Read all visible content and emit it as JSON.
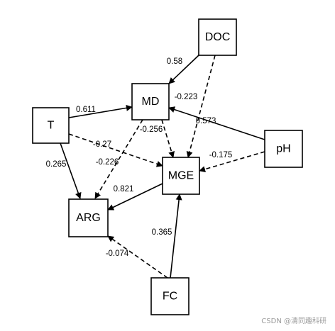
{
  "diagram": {
    "nodes": {
      "doc": "DOC",
      "md": "MD",
      "t": "T",
      "ph": "pH",
      "mge": "MGE",
      "arg": "ARG",
      "fc": "FC"
    },
    "paths": {
      "doc_md": {
        "coefficient": "0.58",
        "style": "solid"
      },
      "doc_mge": {
        "coefficient": "-0.223",
        "style": "dashed"
      },
      "t_md": {
        "coefficient": "0.611",
        "style": "solid"
      },
      "t_mge": {
        "coefficient": "-0.27",
        "style": "dashed"
      },
      "t_arg": {
        "coefficient": "0.265",
        "style": "solid"
      },
      "md_mge": {
        "coefficient": "-0.256",
        "style": "dashed"
      },
      "md_arg": {
        "coefficient": "-0.226",
        "style": "dashed"
      },
      "ph_md": {
        "coefficient": "0.573",
        "style": "solid"
      },
      "ph_mge": {
        "coefficient": "-0.175",
        "style": "dashed"
      },
      "mge_arg": {
        "coefficient": "0.821",
        "style": "solid"
      },
      "fc_mge": {
        "coefficient": "0.365",
        "style": "solid"
      },
      "fc_arg": {
        "coefficient": "-0.074",
        "style": "dashed"
      }
    }
  },
  "watermark": "CSDN @清同趣科研"
}
